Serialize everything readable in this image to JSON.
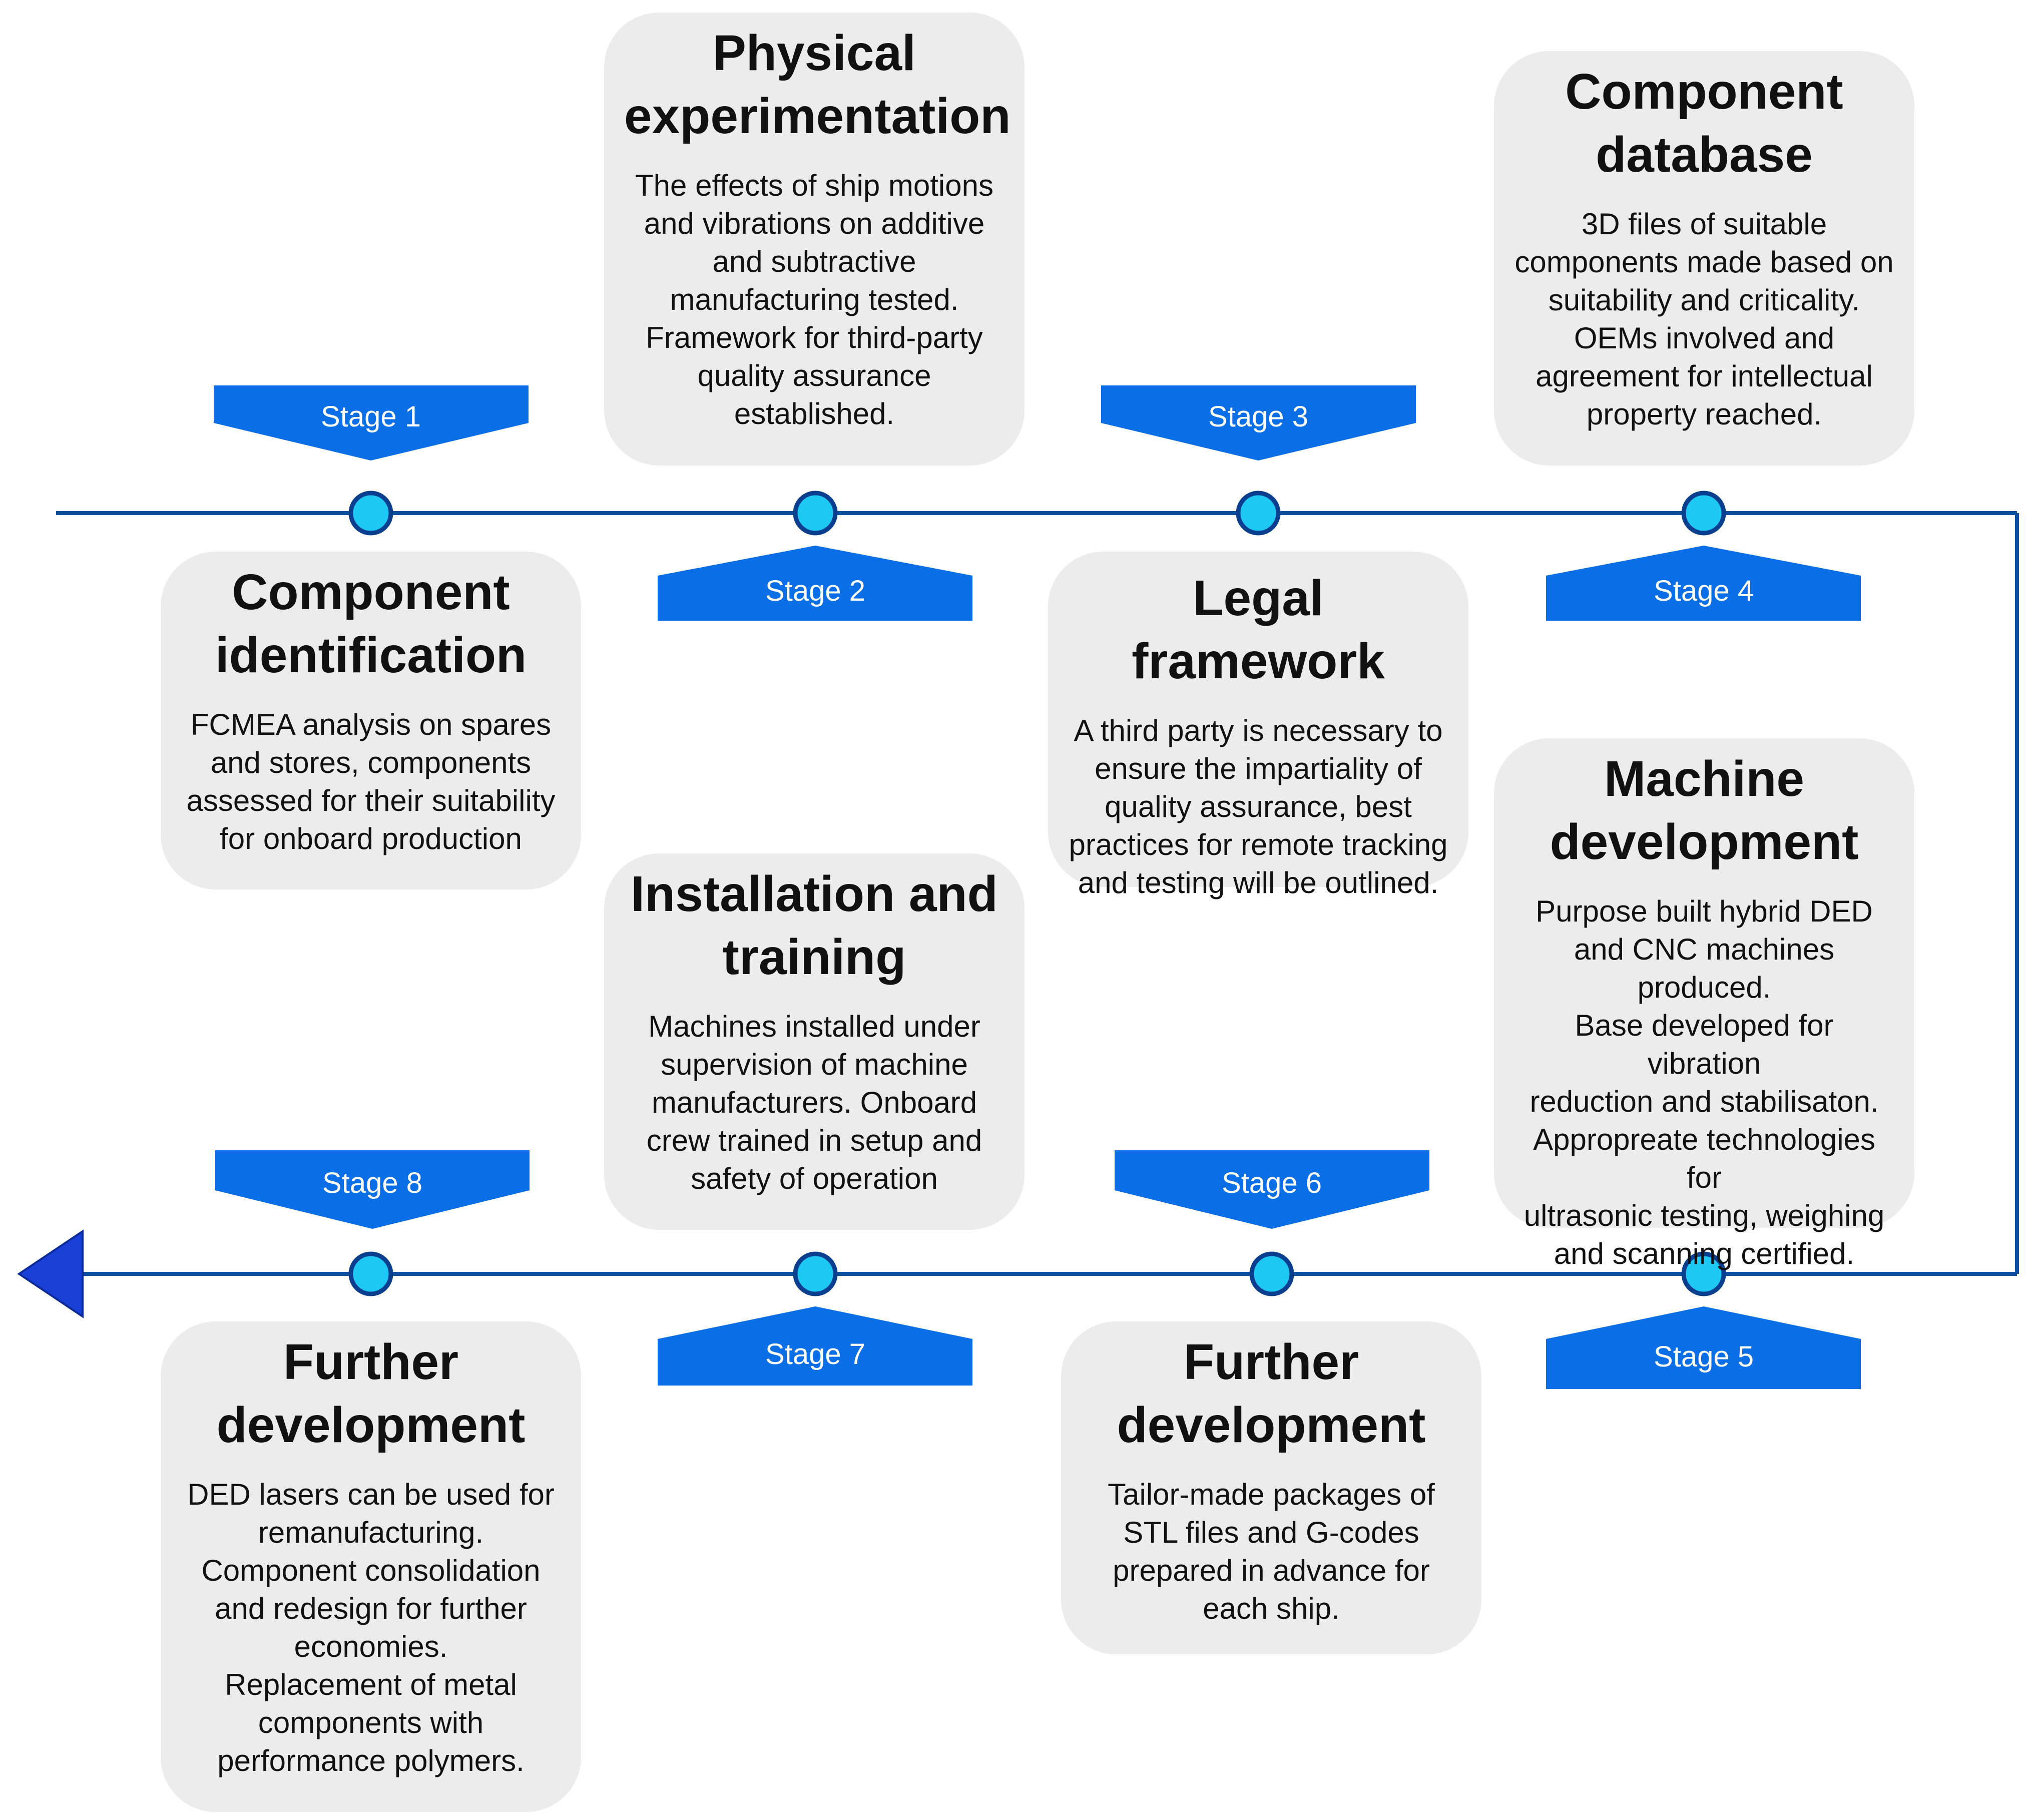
{
  "colors": {
    "line": "#0a4fa0",
    "node_fill": "#1ec8f5",
    "node_stroke": "#0a3f8f",
    "stage_shape": "#0a6ee6",
    "arrowhead": "#1a3fd6",
    "card_bg": "#ececec"
  },
  "stages": [
    {
      "label": "Stage 1",
      "pointer": "down"
    },
    {
      "label": "Stage 2",
      "pointer": "up"
    },
    {
      "label": "Stage 3",
      "pointer": "down"
    },
    {
      "label": "Stage 4",
      "pointer": "up"
    },
    {
      "label": "Stage 5",
      "pointer": "up"
    },
    {
      "label": "Stage 6",
      "pointer": "down"
    },
    {
      "label": "Stage 7",
      "pointer": "up"
    },
    {
      "label": "Stage 8",
      "pointer": "down"
    }
  ],
  "cards": [
    {
      "title": "Component\nidentification",
      "body": "FCMEA analysis on spares\nand stores, components\nassessed for their suitability\nfor onboard production"
    },
    {
      "title": "Physical\nexperimentation",
      "body": "The effects of ship motions\nand vibrations on additive\nand subtractive\nmanufacturing tested.\nFramework for third-party\nquality assurance\nestablished."
    },
    {
      "title": "Legal framework",
      "body": "A third party is necessary to\nensure the impartiality of\nquality assurance, best\npractices for remote tracking\nand testing will be outlined."
    },
    {
      "title": "Component\ndatabase",
      "body": "3D files of suitable\ncomponents made based on\nsuitability and criticality.\nOEMs involved and\nagreement for intellectual\nproperty reached."
    },
    {
      "title": "Machine\ndevelopment",
      "body": "Purpose built hybrid DED\nand CNC machines\nproduced.\nBase developed for vibration\nreduction and stabilisaton.\nAppropreate technologies for\nultrasonic testing, weighing\nand scanning certified."
    },
    {
      "title": "Further\ndevelopment",
      "body": "Tailor-made packages of\nSTL files and G-codes\nprepared in advance for\neach ship."
    },
    {
      "title": "Installation and\ntraining",
      "body": "Machines installed under\nsupervision of machine\nmanufacturers. Onboard\ncrew trained in setup and\nsafety of operation"
    },
    {
      "title": "Further\ndevelopment",
      "body": "DED lasers can be used for\nremanufacturing.\nComponent consolidation\nand redesign for further\neconomies.\nReplacement of metal\ncomponents with\nperformance polymers."
    }
  ]
}
